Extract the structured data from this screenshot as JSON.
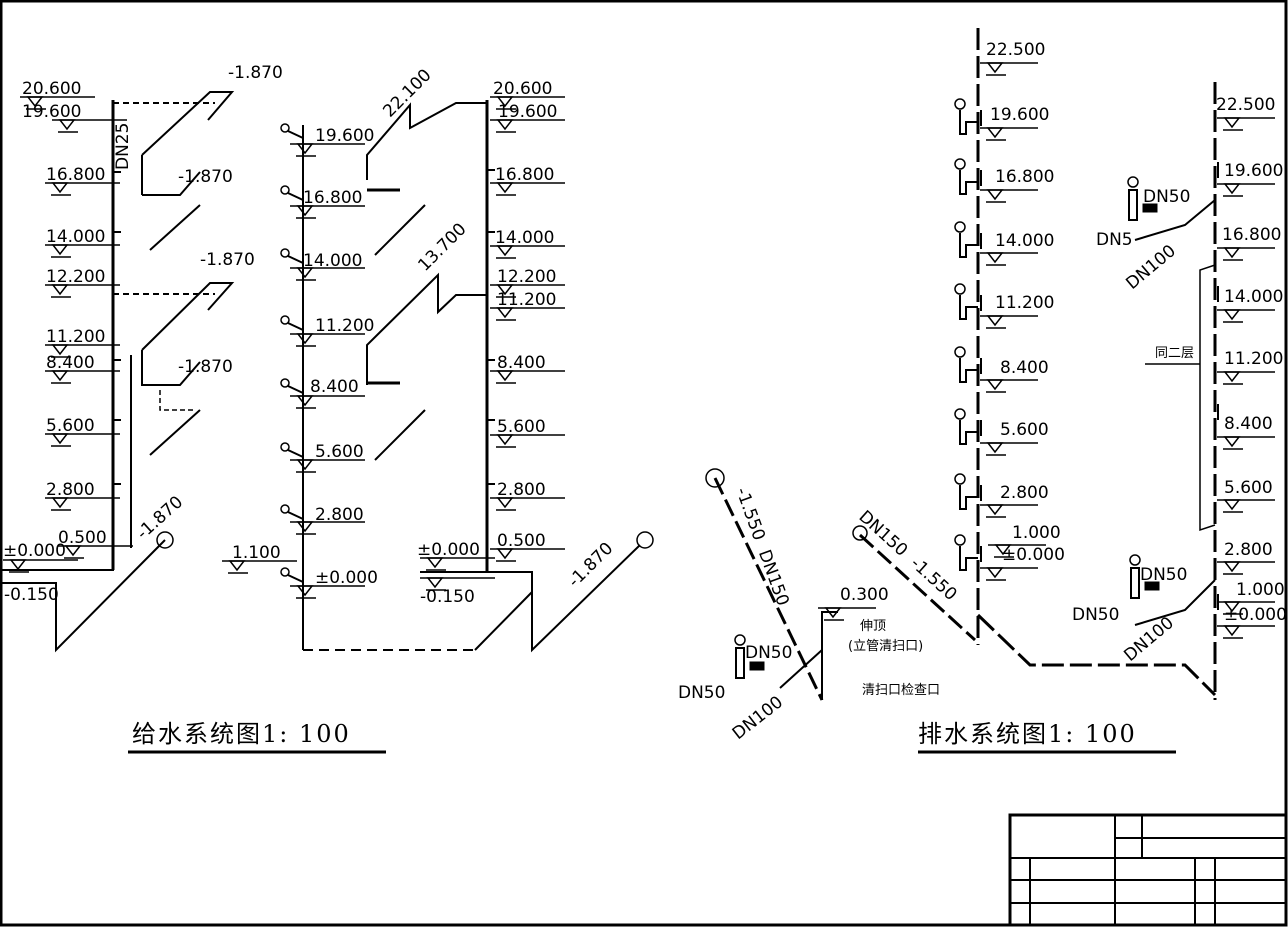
{
  "titles": {
    "supply": "给水系统图1: 100",
    "drainage": "排水系统图1: 100"
  },
  "supply": {
    "riser1": {
      "levels": [
        "20.600",
        "19.600",
        "16.800",
        "14.000",
        "12.200",
        "11.200",
        "8.400",
        "5.600",
        "2.800",
        "0.500",
        "±0.000",
        "-0.150"
      ],
      "pipe_size": "DN25",
      "branch_levels": [
        "-1.870",
        "-1.870",
        "-1.870",
        "-1.870"
      ],
      "inlet_level": "-1.870"
    },
    "riser2": {
      "levels": [
        "19.600",
        "16.800",
        "14.000",
        "11.200",
        "8.400",
        "5.600",
        "2.800",
        "±0.000"
      ],
      "side_level": "1.100"
    },
    "riser3": {
      "levels": [
        "20.600",
        "19.600",
        "16.800",
        "14.000",
        "12.200",
        "11.200",
        "8.400",
        "5.600",
        "2.800",
        "0.500",
        "±0.000",
        "-0.150"
      ],
      "diag_levels": [
        "22.100",
        "13.700"
      ],
      "inlet_level": "-1.870"
    }
  },
  "drainage": {
    "outlet1": {
      "level": "-1.550",
      "size": "DN150"
    },
    "outlet2": {
      "size": "DN150",
      "level": "-1.550"
    },
    "basement": {
      "size_a": "DN50",
      "size_b": "DN50",
      "size_c": "DN100",
      "level": "0.300",
      "note1": "伸顶",
      "note2": "(立管清扫口)",
      "legend": "清扫口检查口"
    },
    "stack1": {
      "levels": [
        "22.500",
        "19.600",
        "16.800",
        "14.000",
        "11.200",
        "8.400",
        "5.600",
        "2.800",
        "1.000",
        "±0.000"
      ]
    },
    "stack2": {
      "levels": [
        "22.500",
        "19.600",
        "16.800",
        "14.000",
        "11.200",
        "8.400",
        "5.600",
        "2.800",
        "1.000",
        "±0.000"
      ],
      "note": "同二层",
      "upper": {
        "a": "DN50",
        "b": "DN5",
        "c": "DN100"
      },
      "lower": {
        "a": "DN50",
        "b": "DN50",
        "c": "DN100"
      }
    }
  }
}
